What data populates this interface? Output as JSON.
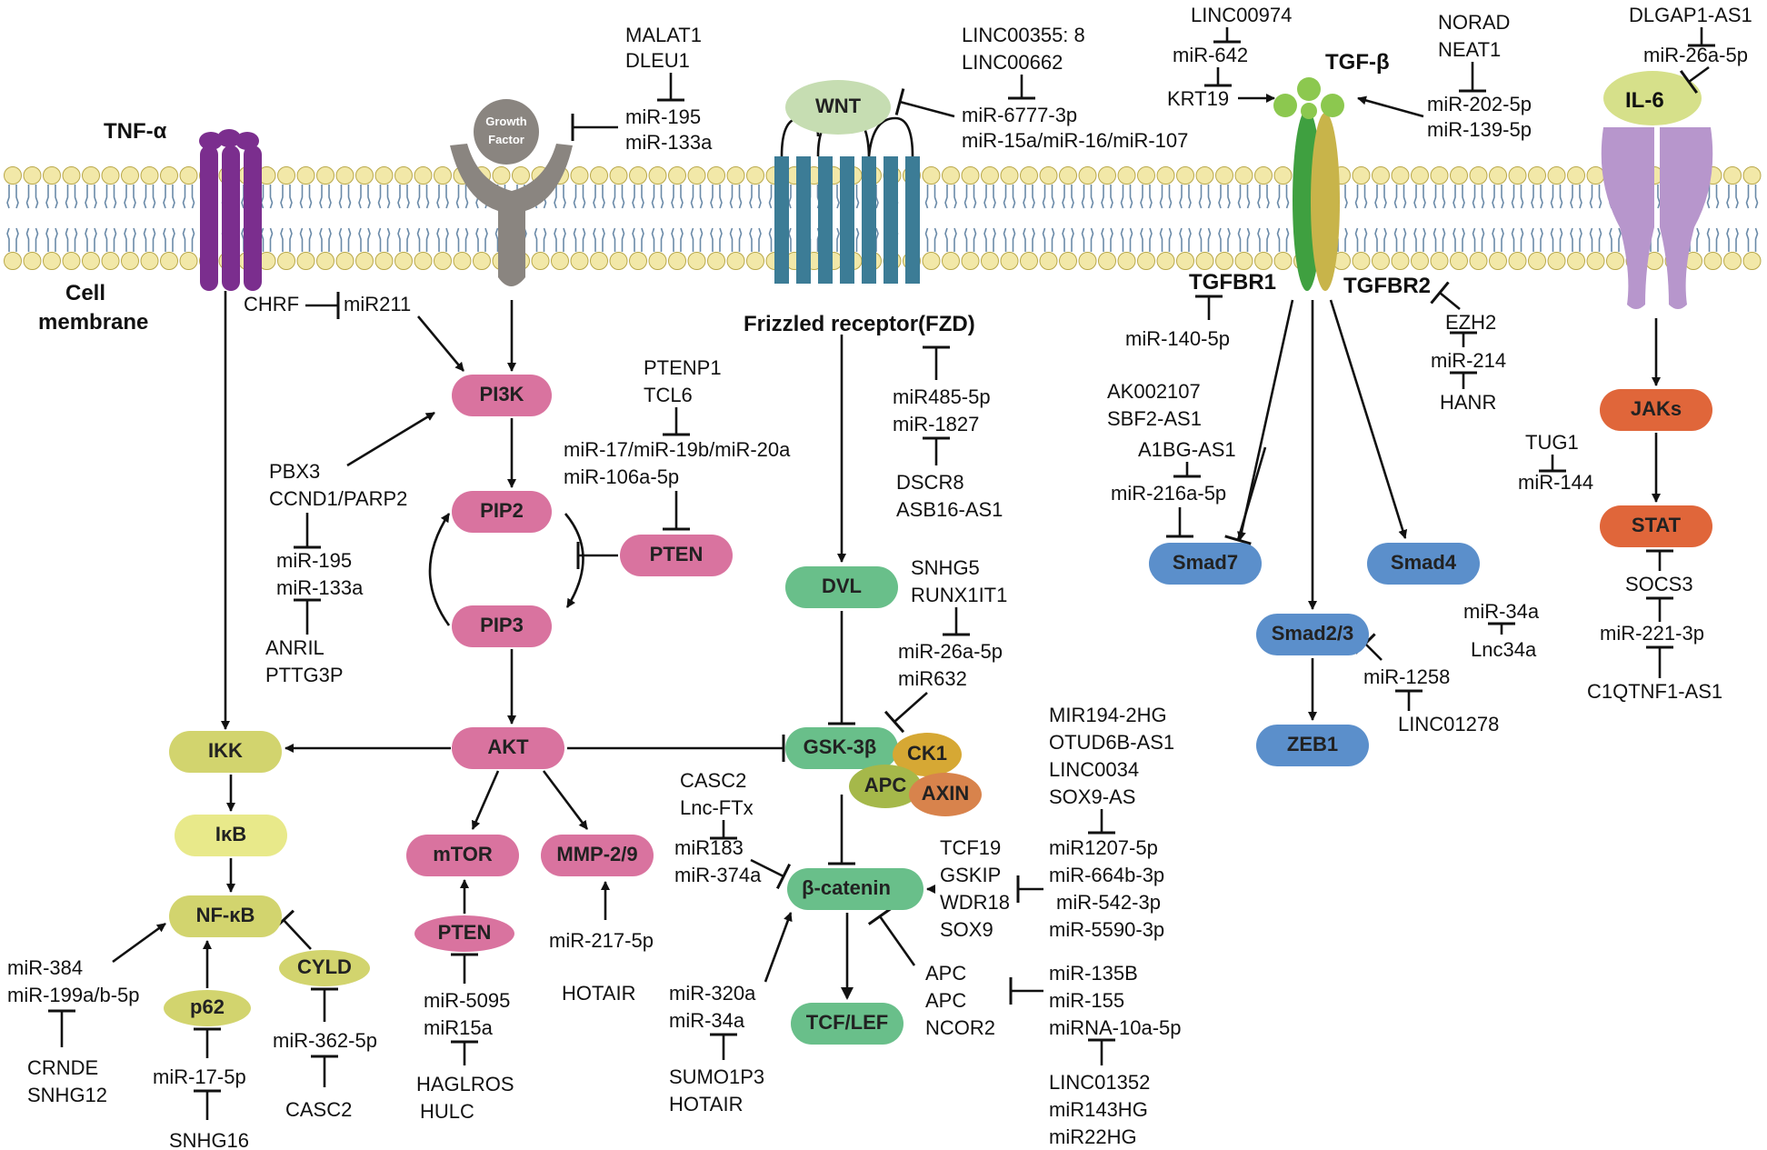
{
  "membrane": {
    "cell_label": [
      "Cell",
      "membrane"
    ],
    "frizzled_label": "Frizzled receptor(FZD)"
  },
  "receptors": {
    "tnf": "TNF-α",
    "growth_factor": [
      "Growth",
      "Factor"
    ],
    "wnt": "WNT",
    "tgfb": "TGF-β",
    "il6": "IL-6",
    "tgfbr1": "TGFBR1",
    "tgfbr2": "TGFBR2"
  },
  "nodes": {
    "pi3k": "PI3K",
    "pip2": "PIP2",
    "pip3": "PIP3",
    "pten": "PTEN",
    "akt": "AKT",
    "ikk": "IKK",
    "ikb": "IκB",
    "nfkb": "NF-κB",
    "p62": "p62",
    "cyld": "CYLD",
    "mtor": "mTOR",
    "pten2": "PTEN",
    "mmp": "MMP-2/9",
    "dvl": "DVL",
    "gsk": "GSK-3β",
    "ck1": "CK1",
    "apc": "APC",
    "axin": "AXIN",
    "bcat": "β-catenin",
    "tcf": "TCF/LEF",
    "smad7": "Smad7",
    "smad4": "Smad4",
    "smad23": "Smad2/3",
    "zeb1": "ZEB1",
    "jaks": "JAKs",
    "stat": "STAT"
  },
  "labels": {
    "malat1": [
      "MALAT1",
      "DLEU1"
    ],
    "mir195_gf": [
      "miR-195",
      "miR-133a"
    ],
    "linc00355": [
      "LINC00355: 8",
      "LINC00662"
    ],
    "mir6777": [
      "miR-6777-3p",
      "miR-15a/miR-16/miR-107"
    ],
    "linc00974": "LINC00974",
    "mir642": "miR-642",
    "krt19": "KRT19",
    "norad": [
      "NORAD",
      "NEAT1"
    ],
    "mir202": [
      "miR-202-5p",
      "miR-139-5p"
    ],
    "dlgap1": "DLGAP1-AS1",
    "mir26a_il6": "miR-26a-5p",
    "chrf": "CHRF",
    "mir211": "miR211",
    "ptenp1": [
      "PTENP1",
      "TCL6"
    ],
    "mir17": [
      "miR-17/miR-19b/miR-20a",
      "miR-106a-5p"
    ],
    "pbx3": [
      "PBX3",
      "CCND1/PARP2"
    ],
    "mir195_b": [
      "miR-195",
      "miR-133a"
    ],
    "anril": [
      "ANRIL",
      "PTTG3P"
    ],
    "mir485": [
      "miR485-5p",
      "miR-1827"
    ],
    "dscr8": [
      "DSCR8",
      "ASB16-AS1"
    ],
    "snhg5": [
      "SNHG5",
      "RUNX1IT1"
    ],
    "mir26a_gsk": [
      "miR-26a-5p",
      "miR632"
    ],
    "casc2_top": [
      "CASC2",
      "Lnc-FTx"
    ],
    "mir183": [
      "miR183",
      "miR-374a"
    ],
    "tcf19": [
      "TCF19",
      "GSKIP",
      "WDR18",
      "SOX9"
    ],
    "mir194": [
      "MIR194-2HG",
      "OTUD6B-AS1",
      "LINC0034",
      "SOX9-AS"
    ],
    "mir1207": [
      "miR1207-5p",
      "miR-664b-3p",
      "miR-542-3p",
      "miR-5590-3p"
    ],
    "apc_list": [
      "APC",
      "APC",
      "NCOR2"
    ],
    "mir135b": [
      "miR-135B",
      "miR-155",
      "miRNA-10a-5p"
    ],
    "linc01352": [
      "LINC01352",
      "miR143HG",
      "miR22HG"
    ],
    "mir320a": [
      "miR-320a",
      "miR-34a"
    ],
    "sumo1p3": [
      "SUMO1P3",
      "HOTAIR"
    ],
    "mir140": "miR-140-5p",
    "ak002107": [
      "AK002107",
      "SBF2-AS1"
    ],
    "a1bg": "A1BG-AS1",
    "mir216a": "miR-216a-5p",
    "ezh2": "EZH2",
    "mir214": "miR-214",
    "hanr": "HANR",
    "mir34a": "miR-34a",
    "lnc34a": "Lnc34a",
    "mir1258": "miR-1258",
    "linc01278": "LINC01278",
    "tug1": "TUG1",
    "mir144": "miR-144",
    "socs3": "SOCS3",
    "mir221": "miR-221-3p",
    "c1qtnf1": "C1QTNF1-AS1",
    "mir384": [
      "miR-384",
      "miR-199a/b-5p"
    ],
    "crnde": [
      "CRNDE",
      "SNHG12"
    ],
    "mir17_5p": "miR-17-5p",
    "snhg16": "SNHG16",
    "mir362": "miR-362-5p",
    "casc2_b": "CASC2",
    "mir5095": [
      "miR-5095",
      "miR15a"
    ],
    "haglros": [
      "HAGLROS",
      "HULC"
    ],
    "mir217": "miR-217-5p",
    "hotair": "HOTAIR"
  },
  "colors": {
    "pink": "#d9739f",
    "yellow": "#d2d46e",
    "green": "#69bf8a",
    "blue": "#5b8fcb",
    "orange": "#e0663a",
    "purple": "#7b2e8e",
    "grey": "#8a8580",
    "teal": "#3c7c96",
    "lipid": "#f2e8a8",
    "wnt": "#c6ddb2",
    "tgfb_dots": "#8cc84f",
    "lavender": "#b796cc"
  }
}
